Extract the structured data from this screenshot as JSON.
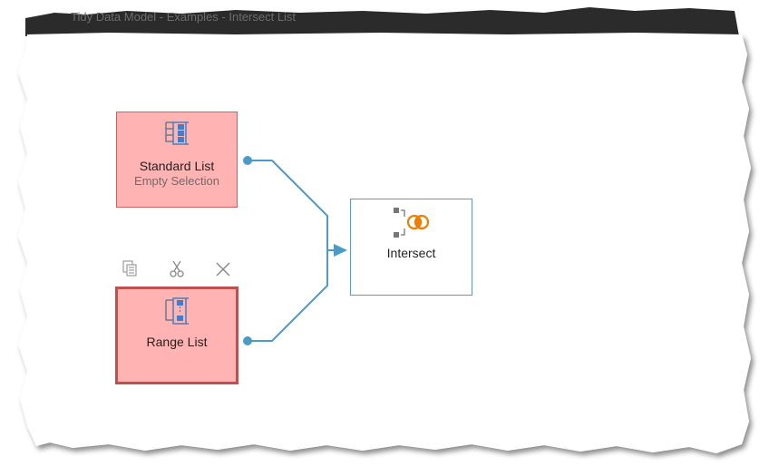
{
  "window": {
    "title": "Tidy Data Model - Examples - Intersect List"
  },
  "nodes": {
    "standard_list": {
      "title": "Standard List",
      "subtitle": "Empty Selection",
      "icon": "standard-list-icon",
      "status_color": "#ffb3b3"
    },
    "range_list": {
      "title": "Range List",
      "icon": "range-list-icon",
      "status_color": "#ffb3b3",
      "selected": true
    },
    "intersect": {
      "title": "Intersect",
      "icon": "intersect-icon",
      "accent": "#f07d00"
    }
  },
  "node_toolbar": {
    "items": [
      {
        "name": "copy",
        "icon": "copy-icon"
      },
      {
        "name": "cut",
        "icon": "scissors-icon"
      },
      {
        "name": "delete",
        "icon": "close-icon"
      }
    ]
  },
  "colors": {
    "connector": "#4a9cc8",
    "error_fill": "#ffb3b3",
    "error_border": "#c0504d",
    "ok_border": "#39a9d9"
  }
}
